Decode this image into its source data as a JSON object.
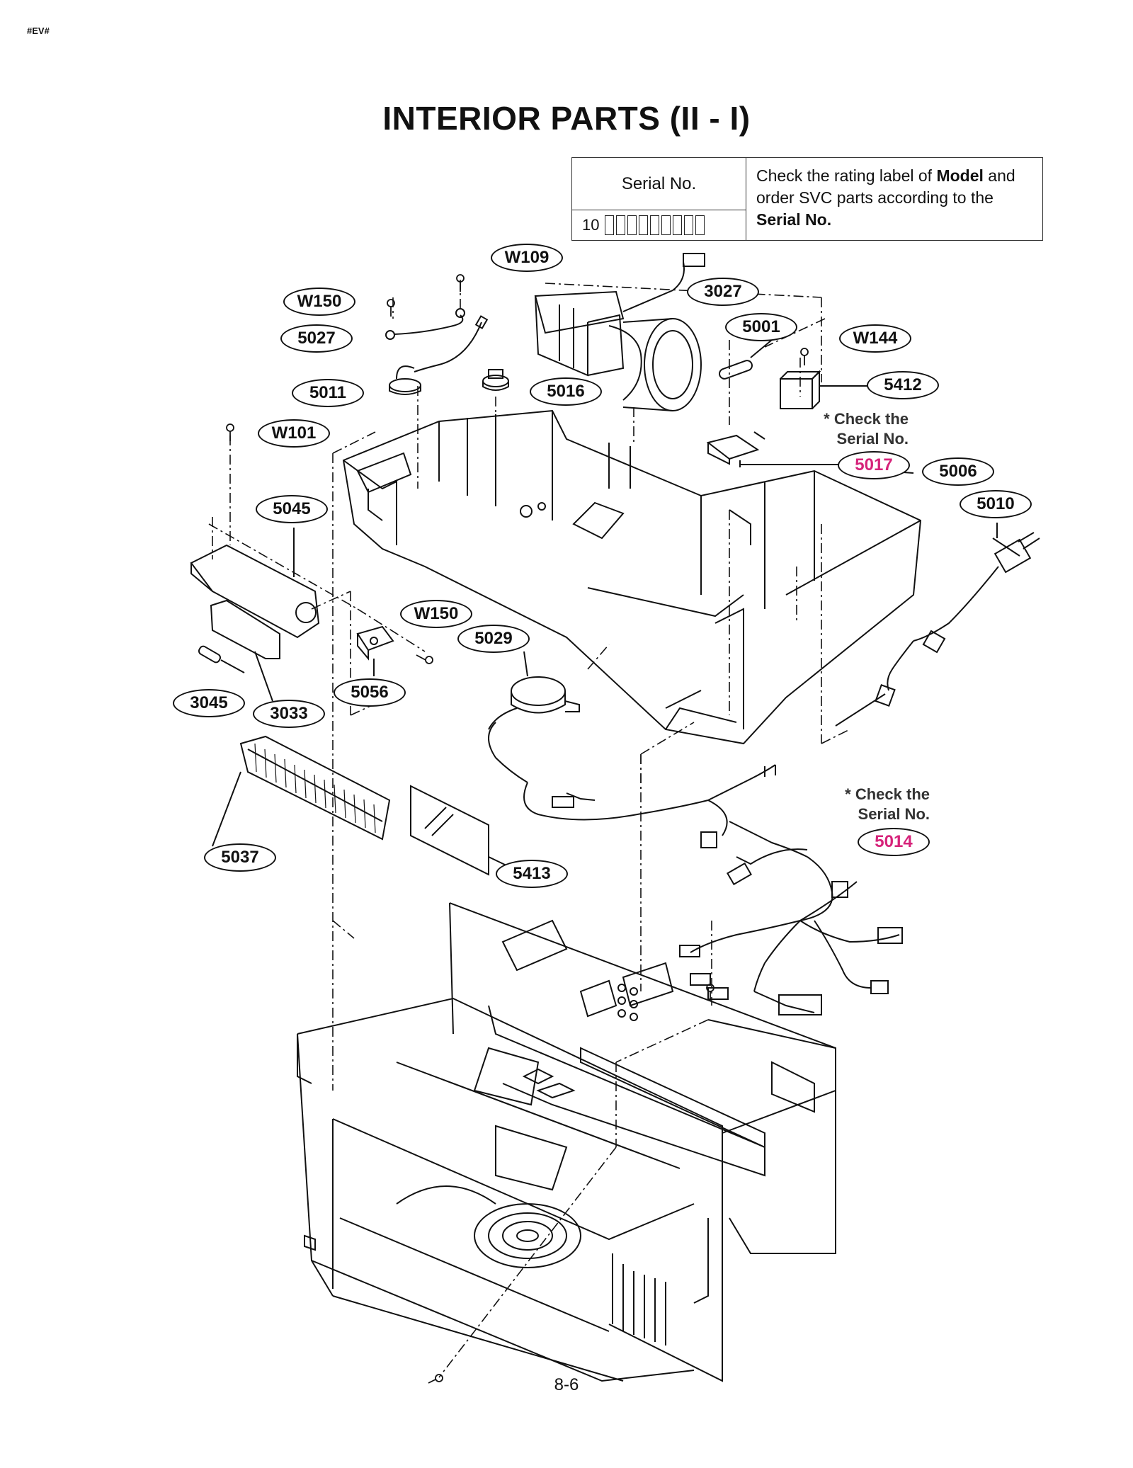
{
  "header": {
    "tag": "#EV#",
    "title": "INTERIOR PARTS (II - I)"
  },
  "serial_table": {
    "header": "Serial No.",
    "value_prefix": "10",
    "note_part1": "Check the rating label of ",
    "note_bold1": "Model",
    "note_part2": " and order SVC parts according to the ",
    "note_bold2": "Serial No."
  },
  "callouts": {
    "w109": "W109",
    "w150_top": "W150",
    "p3027": "3027",
    "p5001": "5001",
    "w144": "W144",
    "p5027": "5027",
    "p5011": "5011",
    "p5016": "5016",
    "p5412": "5412",
    "w101": "W101",
    "p5017": "5017",
    "p5006": "5006",
    "p5010": "5010",
    "p5045": "5045",
    "w150_mid": "W150",
    "p5029": "5029",
    "p3045": "3045",
    "p3033": "3033",
    "p5056": "5056",
    "p5037": "5037",
    "p5413": "5413",
    "p5014": "5014"
  },
  "notes": {
    "check_5017_line1": "* Check the",
    "check_5017_line2": "Serial No.",
    "check_5014_line1": "* Check the",
    "check_5014_line2": "Serial No."
  },
  "colors": {
    "accent_pink": "#d6237a",
    "line": "#111111"
  },
  "footer": {
    "page_number": "8-6"
  }
}
